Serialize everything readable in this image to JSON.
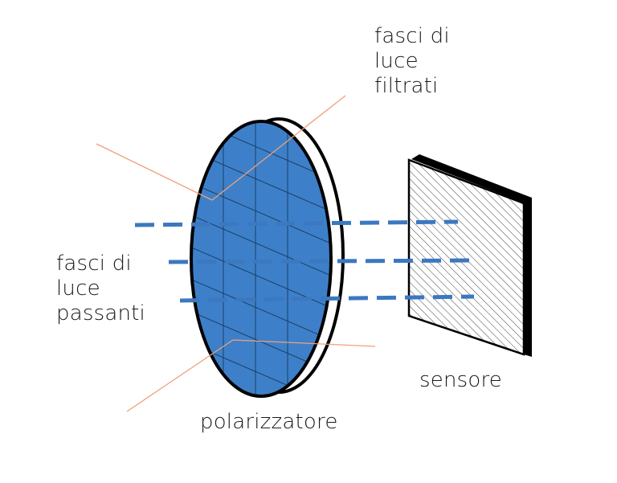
{
  "labels": {
    "filtered": [
      "fasci di",
      "luce",
      "filtrati"
    ],
    "passing": [
      "fasci di",
      "luce",
      "passanti"
    ],
    "polarizer": "polarizzatore",
    "sensor": "sensore"
  },
  "colors": {
    "filter_fill": "#3d80c9",
    "beam": "#3b78c0",
    "leader_line": "#f0a07a",
    "outline": "#000000",
    "hatch": "#444444"
  },
  "icons": [
    "polarizer-disc",
    "sensor-plate"
  ]
}
